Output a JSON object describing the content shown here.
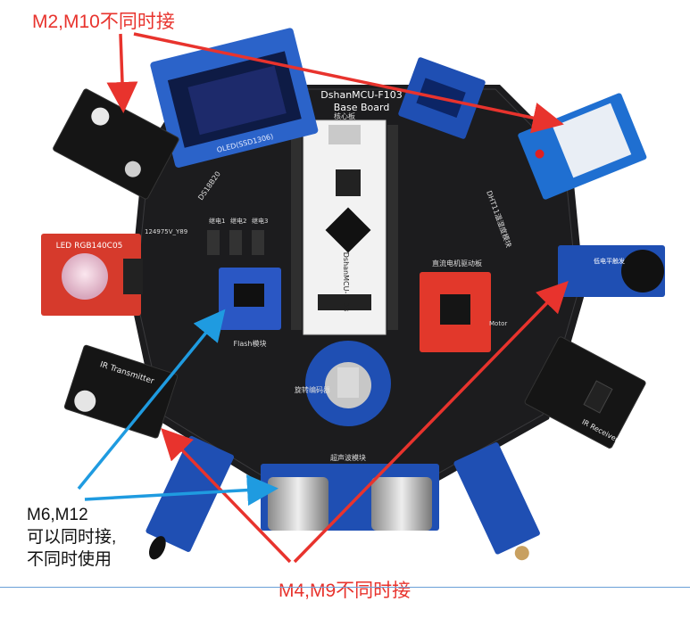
{
  "annotations": {
    "top": "M2,M10不同时接",
    "left_line1": "M6,M12",
    "left_line2": "可以同时接,",
    "left_line3": "不同时使用",
    "bottom": "M4,M9不同时接"
  },
  "board": {
    "title_line1": "DshanMCU-F103",
    "title_line2": "Base Board",
    "core_label": "核心板",
    "oled_label": "OLED(SSD1306)",
    "flash_label": "Flash模块",
    "encoder_label": "旋转编码器",
    "ultrasonic_label": "超声波模块",
    "motor_label": "直流电机驱动板",
    "motor_en": "Motor",
    "dht_label": "DHT11温湿度模块",
    "led_label": "LED RGB140C05",
    "ds18b20_label": "DS18B20",
    "ir_tx_label": "IR Transmitter",
    "ir_rx_label": "IR Receiver",
    "buzzer_label": "低电平触发",
    "pins_label": "124975V_Y89",
    "relay1": "继电1",
    "relay2": "继电2",
    "relay3": "继电3",
    "core_module_text": "DshanMCU-F103"
  },
  "colors": {
    "red_arrow": "#e8332d",
    "blue_arrow": "#1f9be0",
    "pcb": "#1c1c1e",
    "module_blue": "#1f4fb3",
    "module_red": "#d63a2c"
  }
}
